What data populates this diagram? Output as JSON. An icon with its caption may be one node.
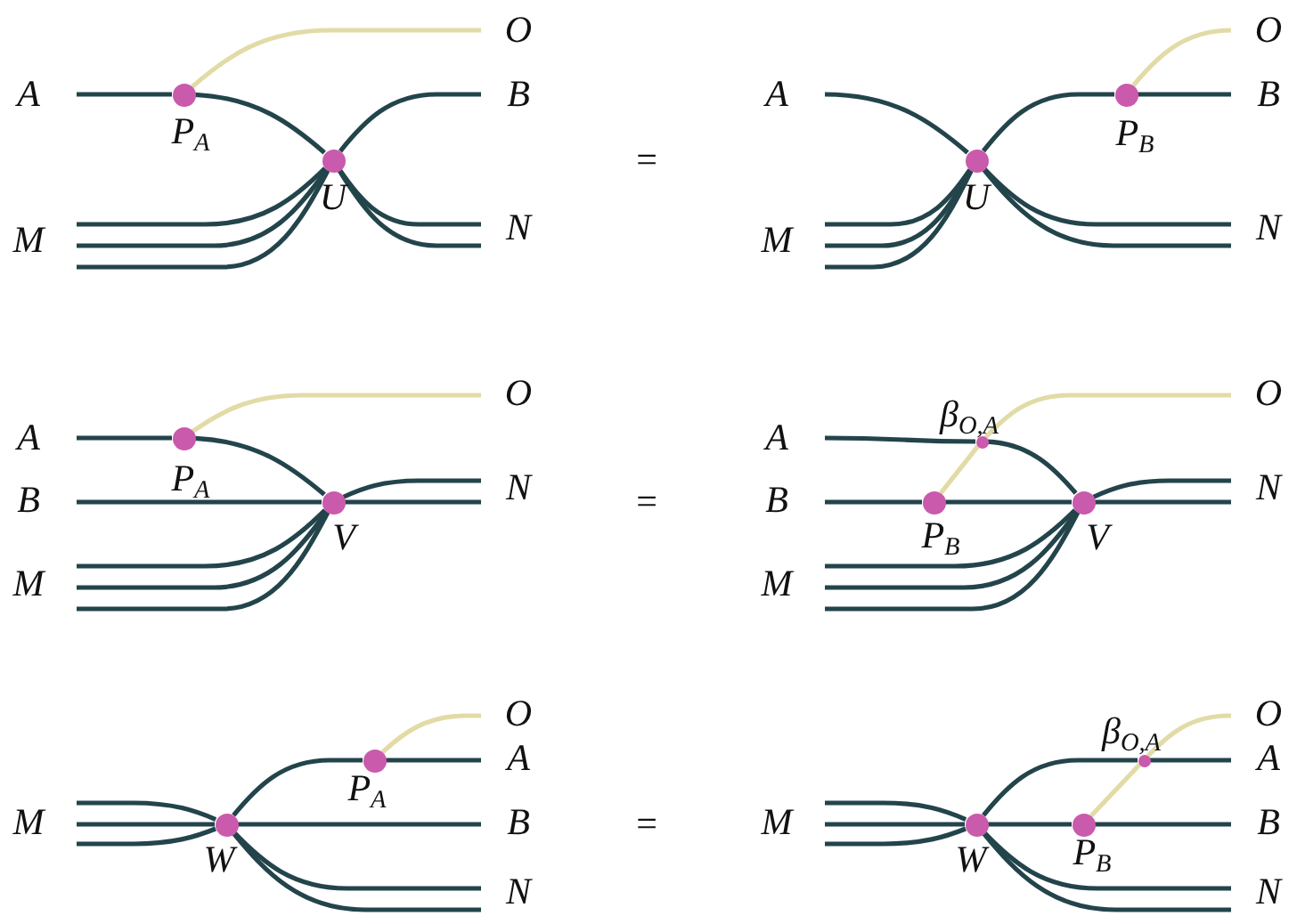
{
  "diagram": {
    "nodes": [
      {
        "text": [
          "A"
        ]
      },
      {
        "text": [
          "M"
        ]
      },
      {
        "text": [],
        "shape": "circle",
        "beside": [
          "P$_{A}$"
        ]
      },
      {
        "text": [],
        "shape": "circle",
        "beside": [
          "U"
        ]
      },
      {
        "text": [
          "O"
        ]
      },
      {
        "text": [
          "B"
        ]
      },
      {
        "text": [
          "N"
        ]
      },
      {
        "text": [
          "A"
        ]
      },
      {
        "text": [
          "M"
        ]
      },
      {
        "text": [],
        "shape": "circle",
        "beside": [
          "U"
        ]
      },
      {
        "text": [],
        "shape": "circle",
        "beside": [
          "P$_{B}$"
        ]
      },
      {
        "text": [
          "O"
        ]
      },
      {
        "text": [
          "B"
        ]
      },
      {
        "text": [
          "N"
        ]
      },
      {
        "text": [
          "A"
        ]
      },
      {
        "text": [
          "B"
        ]
      },
      {
        "text": [
          "M"
        ]
      },
      {
        "text": [],
        "shape": "circle",
        "beside": [
          "P$_{A}$"
        ]
      },
      {
        "text": [],
        "shape": "circle",
        "beside": [
          "V"
        ]
      },
      {
        "text": [
          "O"
        ]
      },
      {
        "text": [
          "N"
        ]
      },
      {
        "text": [
          "A"
        ]
      },
      {
        "text": [
          "B"
        ]
      },
      {
        "text": [
          "M"
        ]
      },
      {
        "text": [],
        "shape": "circle",
        "beside": [
          "β$_{O,A}$"
        ]
      },
      {
        "text": [],
        "shape": "circle",
        "beside": [
          "P$_{B}$"
        ]
      },
      {
        "text": [],
        "shape": "circle",
        "beside": [
          "V"
        ]
      },
      {
        "text": [
          "O"
        ]
      },
      {
        "text": [
          "N"
        ]
      },
      {
        "text": [
          "M"
        ]
      },
      {
        "text": [],
        "shape": "circle",
        "beside": [
          "W"
        ]
      },
      {
        "text": [],
        "shape": "circle",
        "beside": [
          "P$_{A}$"
        ]
      },
      {
        "text": [
          "O"
        ]
      },
      {
        "text": [
          "A"
        ]
      },
      {
        "text": [
          "B"
        ]
      },
      {
        "text": [
          "N"
        ]
      },
      {
        "text": [
          "M"
        ]
      },
      {
        "text": [],
        "shape": "circle",
        "beside": [
          "W"
        ]
      },
      {
        "text": [],
        "shape": "circle",
        "beside": [
          "β$_{O,A}$"
        ]
      },
      {
        "text": [],
        "shape": "circle",
        "beside": [
          "P$_{B}$"
        ]
      },
      {
        "text": [
          "O"
        ]
      },
      {
        "text": [
          "A"
        ]
      },
      {
        "text": [
          "B"
        ]
      },
      {
        "text": [
          "N"
        ]
      }
    ],
    "edges": [
      {
        "from": 0,
        "to": 2,
        "arrow": "none"
      },
      {
        "from": 2,
        "to": 3,
        "arrow": "none"
      },
      {
        "from": 2,
        "to": 4,
        "arrow": "none",
        "color": "#e2dba6"
      },
      {
        "from": 1,
        "to": 3,
        "arrow": "none"
      },
      {
        "from": 1,
        "to": 3,
        "arrow": "none"
      },
      {
        "from": 1,
        "to": 3,
        "arrow": "none"
      },
      {
        "from": 3,
        "to": 5,
        "arrow": "none"
      },
      {
        "from": 3,
        "to": 6,
        "arrow": "none"
      },
      {
        "from": 3,
        "to": 6,
        "arrow": "none"
      },
      {
        "from": 7,
        "to": 9,
        "arrow": "none"
      },
      {
        "from": 8,
        "to": 9,
        "arrow": "none"
      },
      {
        "from": 8,
        "to": 9,
        "arrow": "none"
      },
      {
        "from": 8,
        "to": 9,
        "arrow": "none"
      },
      {
        "from": 9,
        "to": 10,
        "arrow": "none"
      },
      {
        "from": 10,
        "to": 11,
        "arrow": "none",
        "color": "#e2dba6"
      },
      {
        "from": 10,
        "to": 12,
        "arrow": "none"
      },
      {
        "from": 9,
        "to": 13,
        "arrow": "none"
      },
      {
        "from": 9,
        "to": 13,
        "arrow": "none"
      },
      {
        "from": 14,
        "to": 17,
        "arrow": "none"
      },
      {
        "from": 17,
        "to": 18,
        "arrow": "none"
      },
      {
        "from": 17,
        "to": 19,
        "arrow": "none",
        "color": "#e2dba6"
      },
      {
        "from": 15,
        "to": 18,
        "arrow": "none"
      },
      {
        "from": 16,
        "to": 18,
        "arrow": "none"
      },
      {
        "from": 16,
        "to": 18,
        "arrow": "none"
      },
      {
        "from": 16,
        "to": 18,
        "arrow": "none"
      },
      {
        "from": 18,
        "to": 20,
        "arrow": "none"
      },
      {
        "from": 18,
        "to": 20,
        "arrow": "none"
      },
      {
        "from": 21,
        "to": 24,
        "arrow": "none"
      },
      {
        "from": 24,
        "to": 26,
        "arrow": "none"
      },
      {
        "from": 22,
        "to": 25,
        "arrow": "none"
      },
      {
        "from": 25,
        "to": 26,
        "arrow": "none"
      },
      {
        "from": 25,
        "to": 24,
        "arrow": "none",
        "color": "#e2dba6"
      },
      {
        "from": 24,
        "to": 27,
        "arrow": "none",
        "color": "#e2dba6"
      },
      {
        "from": 23,
        "to": 26,
        "arrow": "none"
      },
      {
        "from": 23,
        "to": 26,
        "arrow": "none"
      },
      {
        "from": 23,
        "to": 26,
        "arrow": "none"
      },
      {
        "from": 26,
        "to": 28,
        "arrow": "none"
      },
      {
        "from": 26,
        "to": 28,
        "arrow": "none"
      },
      {
        "from": 29,
        "to": 30,
        "arrow": "none"
      },
      {
        "from": 29,
        "to": 30,
        "arrow": "none"
      },
      {
        "from": 29,
        "to": 30,
        "arrow": "none"
      },
      {
        "from": 30,
        "to": 31,
        "arrow": "none"
      },
      {
        "from": 31,
        "to": 33,
        "arrow": "none"
      },
      {
        "from": 31,
        "to": 32,
        "arrow": "none",
        "color": "#e2dba6"
      },
      {
        "from": 30,
        "to": 34,
        "arrow": "none"
      },
      {
        "from": 30,
        "to": 35,
        "arrow": "none"
      },
      {
        "from": 30,
        "to": 35,
        "arrow": "none"
      },
      {
        "from": 36,
        "to": 37,
        "arrow": "none"
      },
      {
        "from": 36,
        "to": 37,
        "arrow": "none"
      },
      {
        "from": 36,
        "to": 37,
        "arrow": "none"
      },
      {
        "from": 37,
        "to": 38,
        "arrow": "none"
      },
      {
        "from": 38,
        "to": 41,
        "arrow": "none"
      },
      {
        "from": 37,
        "to": 39,
        "arrow": "none"
      },
      {
        "from": 39,
        "to": 42,
        "arrow": "none"
      },
      {
        "from": 39,
        "to": 38,
        "arrow": "none",
        "color": "#e2dba6"
      },
      {
        "from": 38,
        "to": 40,
        "arrow": "none",
        "color": "#e2dba6"
      },
      {
        "from": 37,
        "to": 43,
        "arrow": "none"
      },
      {
        "from": 37,
        "to": 43,
        "arrow": "none"
      }
    ],
    "labels": [
      "=",
      "=",
      "="
    ]
  }
}
